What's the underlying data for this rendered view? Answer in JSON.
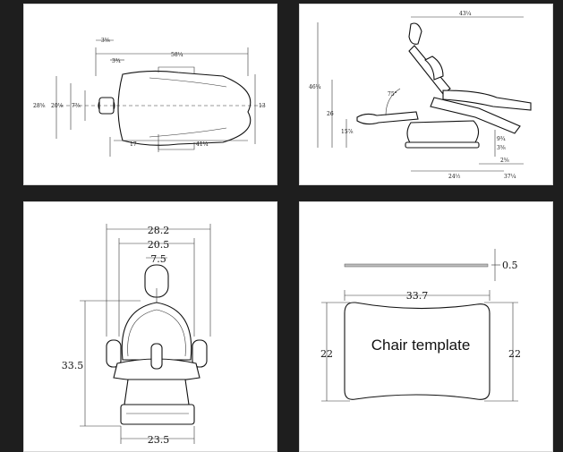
{
  "top_view": {
    "dims": [
      "3⅝",
      "3¾",
      "58¼",
      "28⅝",
      "20⅛",
      "7⅜",
      "13",
      "17",
      "41¼"
    ]
  },
  "side_view": {
    "dims": [
      "43¼",
      "46¼",
      "26",
      "15⅞",
      "75°",
      "9¾",
      "2⅝",
      "24½",
      "37¼",
      "3⅝"
    ]
  },
  "front_view": {
    "dims": {
      "overall_width": "28.2",
      "arm_width": "20.5",
      "headrest_width": "7.5",
      "height": "33.5",
      "base_width": "23.5"
    }
  },
  "template_view": {
    "thickness": "0.5",
    "width": "33.7",
    "height_left": "22",
    "height_right": "22",
    "label": "Chair template"
  }
}
